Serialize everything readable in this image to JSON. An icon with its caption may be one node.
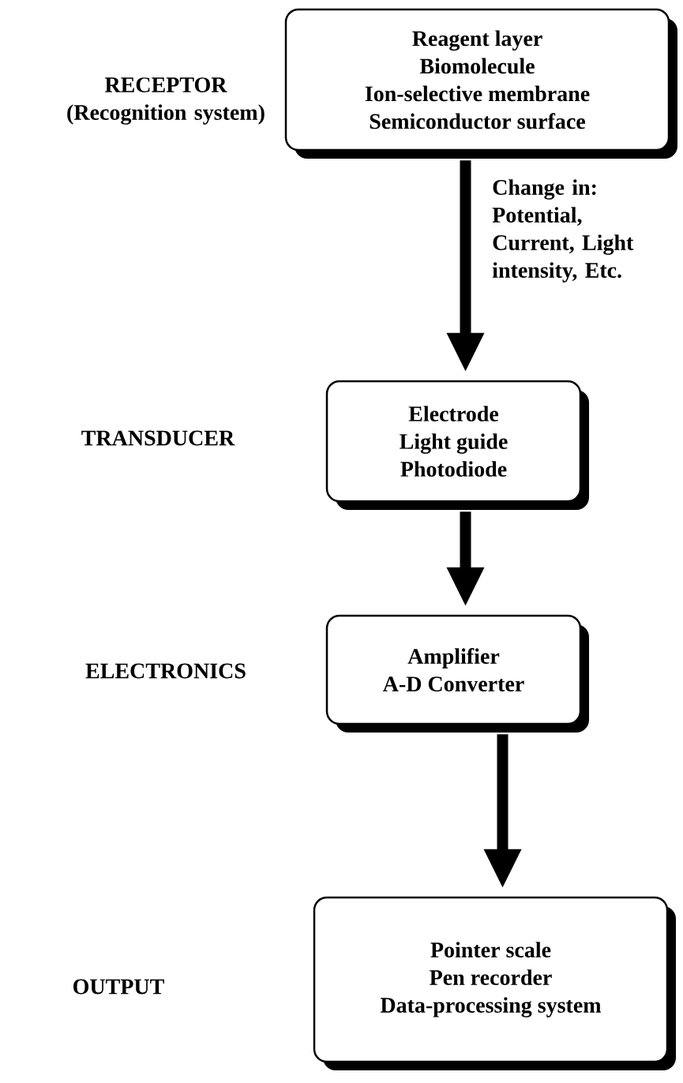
{
  "diagram": {
    "nodes": [
      {
        "text": [
          "Reagent layer",
          "Biomolecule",
          "Ion-selective membrane",
          "Semiconductor surface"
        ]
      },
      {
        "text": [
          "Electrode",
          "Light guide",
          "Photodiode"
        ]
      },
      {
        "text": [
          "Amplifier",
          "A-D Converter"
        ]
      },
      {
        "text": [
          "Pointer scale",
          "Pen recorder",
          "Data-processing system"
        ]
      }
    ],
    "labels": [
      "RECEPTOR (Recognition system)",
      "TRANSDUCER",
      "ELECTRONICS",
      "OUTPUT"
    ],
    "edges": [
      {
        "from": 0,
        "to": 1,
        "arrow": "to",
        "label": "Change in: Potential, Current, Light intensity, Etc."
      },
      {
        "from": 1,
        "to": 2,
        "arrow": "to"
      },
      {
        "from": 2,
        "to": 3,
        "arrow": "to"
      }
    ]
  }
}
